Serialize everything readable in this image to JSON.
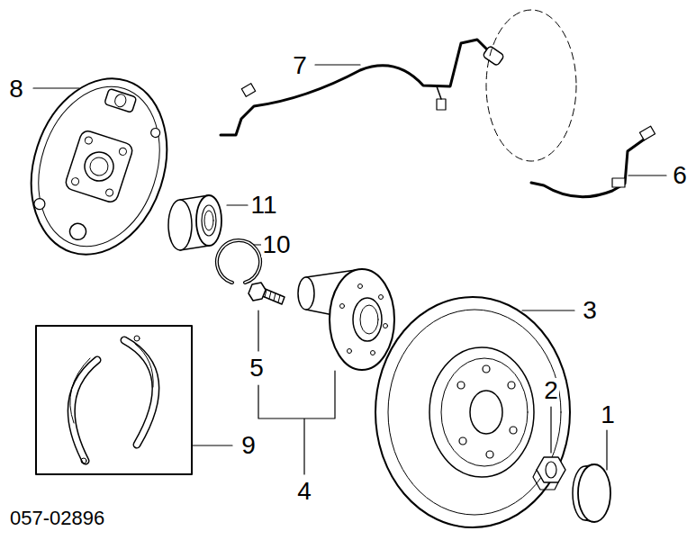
{
  "diagram": {
    "labels": [
      "7",
      "8",
      "6",
      "11",
      "10",
      "3",
      "5",
      "2",
      "1",
      "9",
      "4",
      "057-02896"
    ]
  }
}
